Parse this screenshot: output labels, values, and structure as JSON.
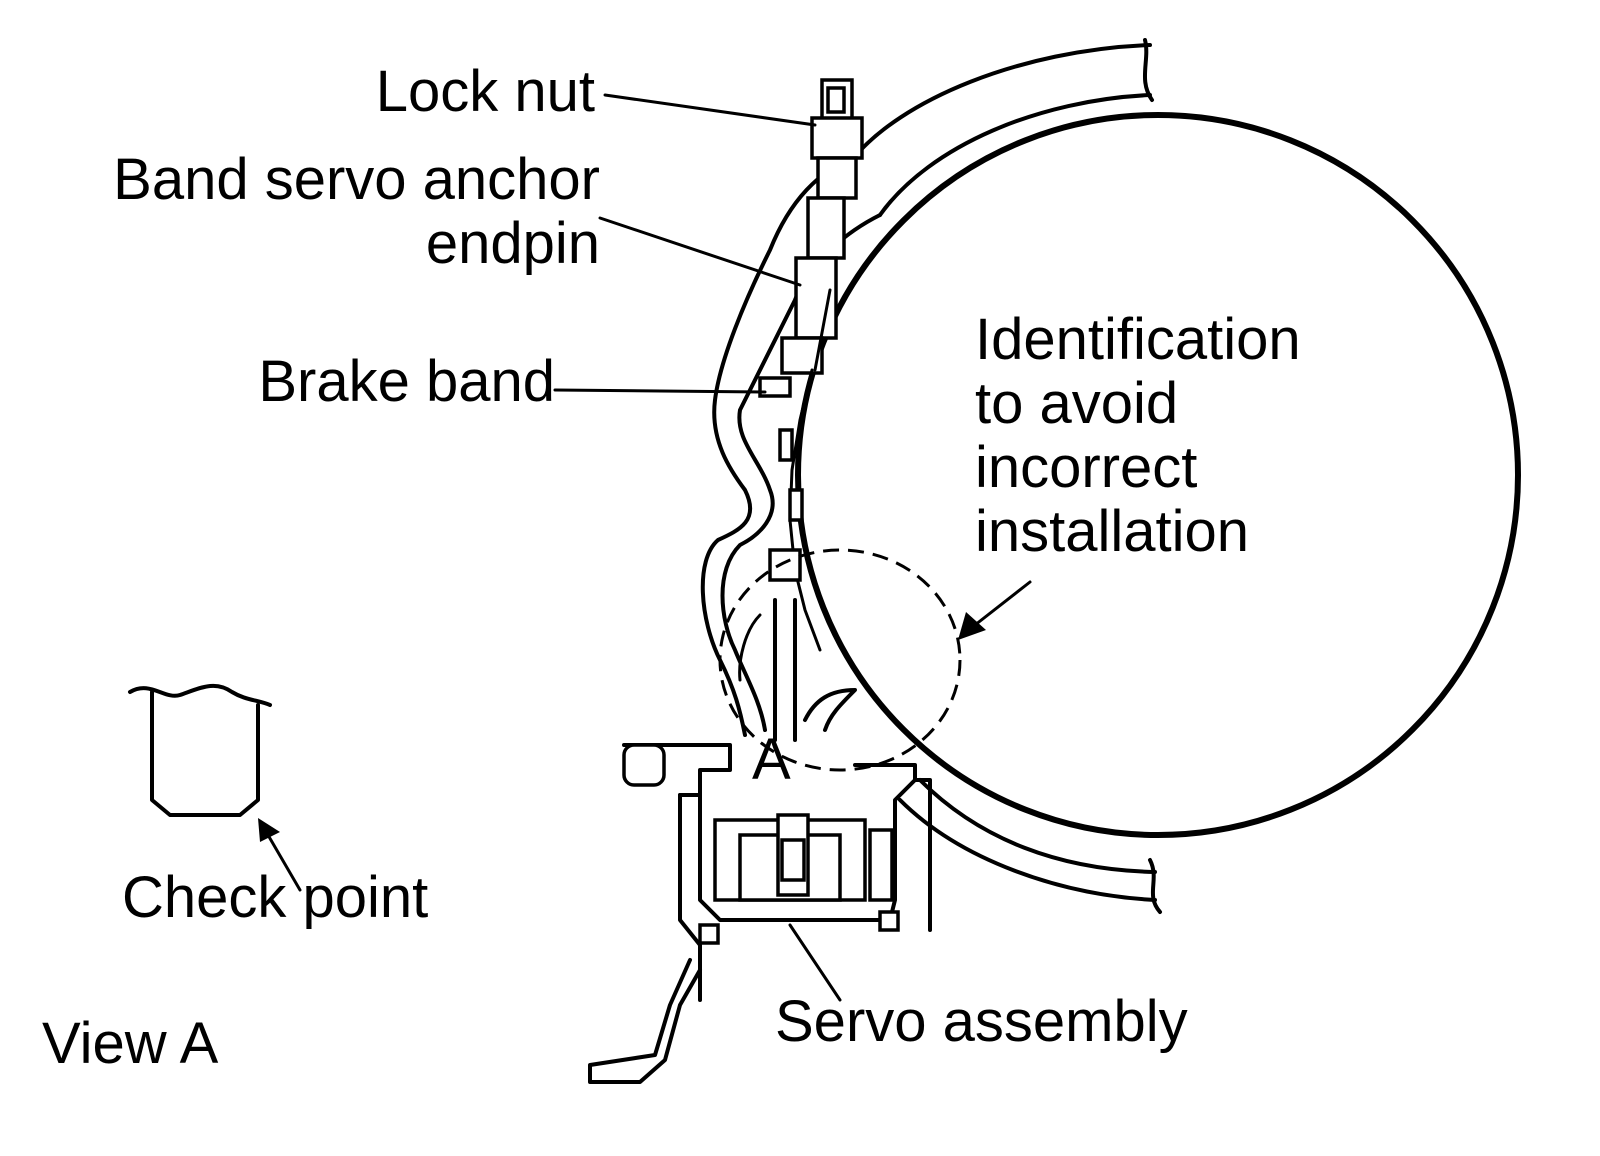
{
  "labels": {
    "lock_nut": "Lock nut",
    "anchor_endpin_line1": "Band servo anchor",
    "anchor_endpin_line2": "endpin",
    "brake_band": "Brake band",
    "identification_line1": "Identification",
    "identification_line2": "to avoid",
    "identification_line3": "incorrect",
    "identification_line4": "installation",
    "check_point": "Check point",
    "servo_assembly": "Servo assembly",
    "view_a": "View A",
    "view_marker": "A"
  }
}
